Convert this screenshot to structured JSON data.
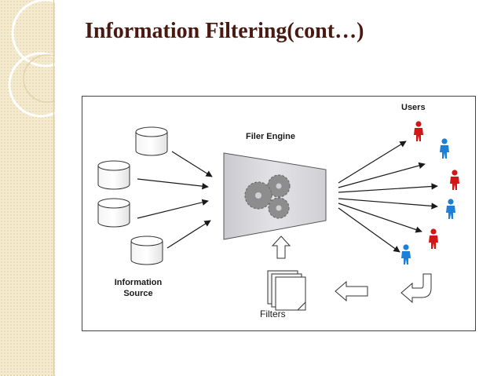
{
  "slide": {
    "title": "Information Filtering(cont…)"
  },
  "diagram": {
    "labels": {
      "users": "Users",
      "filter_engine": "Filer Engine",
      "information_source_line1": "Information",
      "information_source_line2": "Source",
      "filters": "Filters"
    },
    "colors": {
      "user_red": "#d01818",
      "user_blue": "#1e7fd6",
      "gear": "#8d8d8d",
      "engine_fill": "#d6d6da"
    }
  }
}
